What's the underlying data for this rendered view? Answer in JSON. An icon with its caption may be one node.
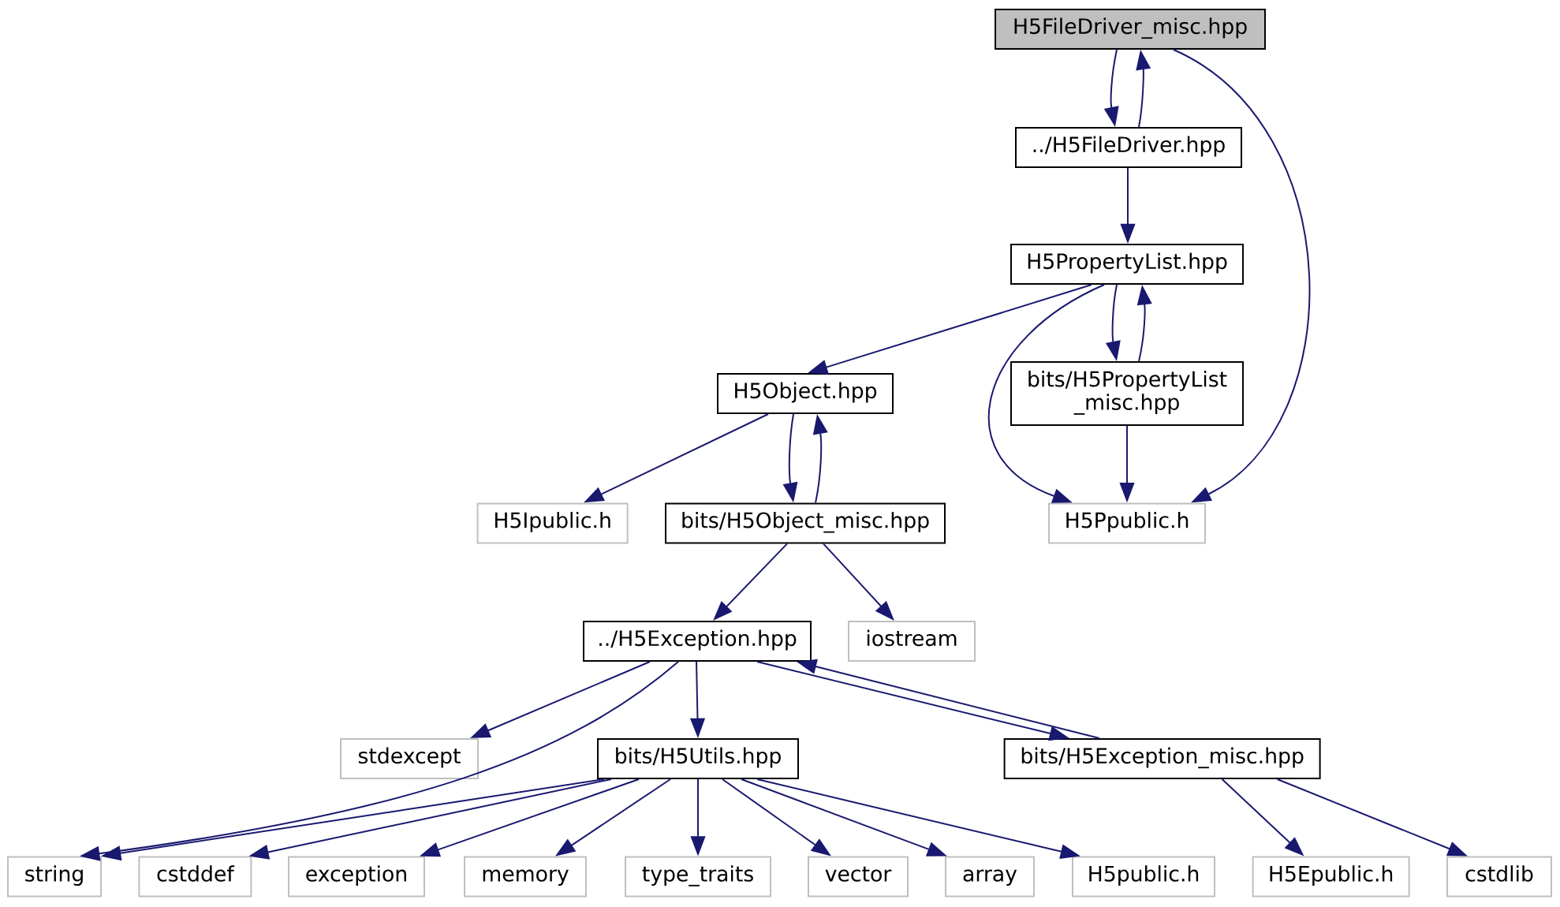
{
  "diagram": {
    "nodes": [
      {
        "text": [
          "H5FileDriver_misc.hpp"
        ]
      },
      {
        "text": [
          "../H5FileDriver.hpp"
        ]
      },
      {
        "text": [
          "H5PropertyList.hpp"
        ]
      },
      {
        "text": [
          "H5Object.hpp"
        ]
      },
      {
        "text": [
          "bits/H5PropertyList _misc.hpp"
        ]
      },
      {
        "text": [
          "H5Ipublic.h"
        ]
      },
      {
        "text": [
          "bits/H5Object_misc.hpp"
        ]
      },
      {
        "text": [
          "H5Ppublic.h"
        ]
      },
      {
        "text": [
          "../H5Exception.hpp"
        ]
      },
      {
        "text": [
          "iostream"
        ]
      },
      {
        "text": [
          "stdexcept"
        ]
      },
      {
        "text": [
          "bits/H5Utils.hpp"
        ]
      },
      {
        "text": [
          "bits/H5Exception_misc.hpp"
        ]
      },
      {
        "text": [
          "string"
        ]
      },
      {
        "text": [
          "cstddef"
        ]
      },
      {
        "text": [
          "exception"
        ]
      },
      {
        "text": [
          "memory"
        ]
      },
      {
        "text": [
          "type_traits"
        ]
      },
      {
        "text": [
          "vector"
        ]
      },
      {
        "text": [
          "array"
        ]
      },
      {
        "text": [
          "H5public.h"
        ]
      },
      {
        "text": [
          "H5Epublic.h"
        ]
      },
      {
        "text": [
          "cstdlib"
        ]
      }
    ],
    "edges": [
      {
        "from": 0,
        "to": 1,
        "arrow": "to"
      },
      {
        "from": 1,
        "to": 0,
        "arrow": "to"
      },
      {
        "from": 0,
        "to": 7,
        "arrow": "to"
      },
      {
        "from": 1,
        "to": 2,
        "arrow": "to"
      },
      {
        "from": 2,
        "to": 3,
        "arrow": "to"
      },
      {
        "from": 2,
        "to": 7,
        "arrow": "to"
      },
      {
        "from": 2,
        "to": 4,
        "arrow": "to"
      },
      {
        "from": 4,
        "to": 2,
        "arrow": "to"
      },
      {
        "from": 4,
        "to": 7,
        "arrow": "to"
      },
      {
        "from": 3,
        "to": 5,
        "arrow": "to"
      },
      {
        "from": 3,
        "to": 6,
        "arrow": "to"
      },
      {
        "from": 6,
        "to": 3,
        "arrow": "to"
      },
      {
        "from": 6,
        "to": 8,
        "arrow": "to"
      },
      {
        "from": 6,
        "to": 9,
        "arrow": "to"
      },
      {
        "from": 8,
        "to": 10,
        "arrow": "to"
      },
      {
        "from": 8,
        "to": 13,
        "arrow": "to"
      },
      {
        "from": 8,
        "to": 11,
        "arrow": "to"
      },
      {
        "from": 8,
        "to": 12,
        "arrow": "to"
      },
      {
        "from": 12,
        "to": 8,
        "arrow": "to"
      },
      {
        "from": 11,
        "to": 13,
        "arrow": "to"
      },
      {
        "from": 11,
        "to": 14,
        "arrow": "to"
      },
      {
        "from": 11,
        "to": 15,
        "arrow": "to"
      },
      {
        "from": 11,
        "to": 16,
        "arrow": "to"
      },
      {
        "from": 11,
        "to": 17,
        "arrow": "to"
      },
      {
        "from": 11,
        "to": 18,
        "arrow": "to"
      },
      {
        "from": 11,
        "to": 19,
        "arrow": "to"
      },
      {
        "from": 11,
        "to": 20,
        "arrow": "to"
      },
      {
        "from": 12,
        "to": 21,
        "arrow": "to"
      },
      {
        "from": 12,
        "to": 22,
        "arrow": "to"
      }
    ]
  }
}
